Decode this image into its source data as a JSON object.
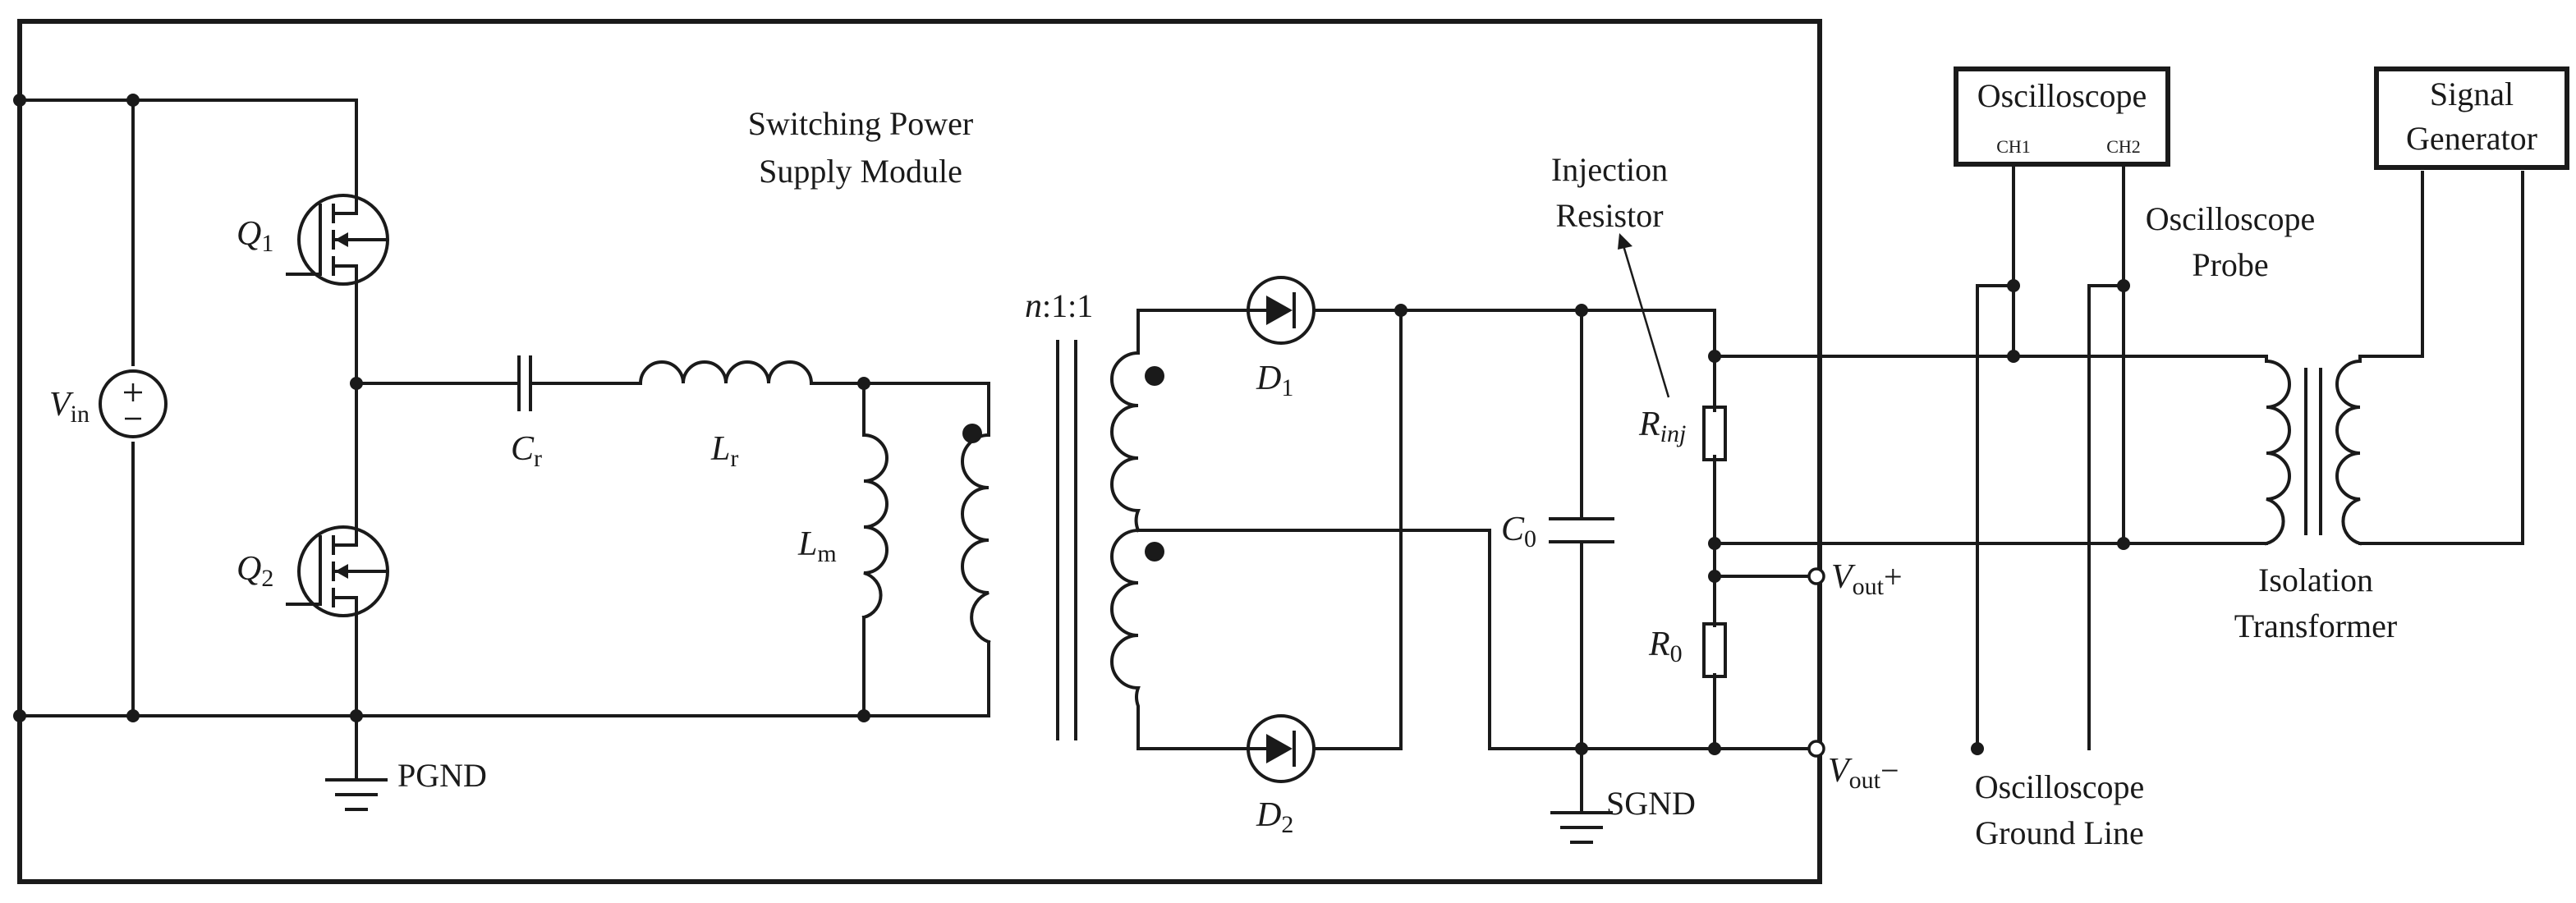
{
  "labels": {
    "module_line1": "Switching Power",
    "module_line2": "Supply Module",
    "injection_line1": "Injection",
    "injection_line2": "Resistor",
    "probe_line1": "Oscilloscope",
    "probe_line2": "Probe",
    "isolation_line1": "Isolation",
    "isolation_line2": "Transformer",
    "ground_line1": "Oscilloscope",
    "ground_line2": "Ground Line",
    "pgnd": "PGND",
    "sgnd": "SGND"
  },
  "instruments": {
    "oscilloscope": "Oscilloscope",
    "ch1": "CH1",
    "ch2": "CH2",
    "siggen_line1": "Signal",
    "siggen_line2": "Generator"
  },
  "components": {
    "vin": {
      "main": "V",
      "sub": "in"
    },
    "q1": {
      "main": "Q",
      "sub": "1"
    },
    "q2": {
      "main": "Q",
      "sub": "2"
    },
    "cr": {
      "main": "C",
      "sub": "r"
    },
    "lr": {
      "main": "L",
      "sub": "r"
    },
    "lm": {
      "main": "L",
      "sub": "m"
    },
    "d1": {
      "main": "D",
      "sub": "1"
    },
    "d2": {
      "main": "D",
      "sub": "2"
    },
    "c0": {
      "main": "C",
      "sub": "0"
    },
    "rinj": {
      "main": "R",
      "sub": "inj"
    },
    "r0": {
      "main": "R",
      "sub": "0"
    },
    "ratio": {
      "n": "n",
      "rest": ":1:1"
    },
    "voutp": {
      "main": "V",
      "sub": "out",
      "sign": "+"
    },
    "voutn": {
      "main": "V",
      "sub": "out",
      "sign": "−"
    }
  },
  "colors": {
    "stroke": "#1a1a1a",
    "background": "#ffffff"
  }
}
